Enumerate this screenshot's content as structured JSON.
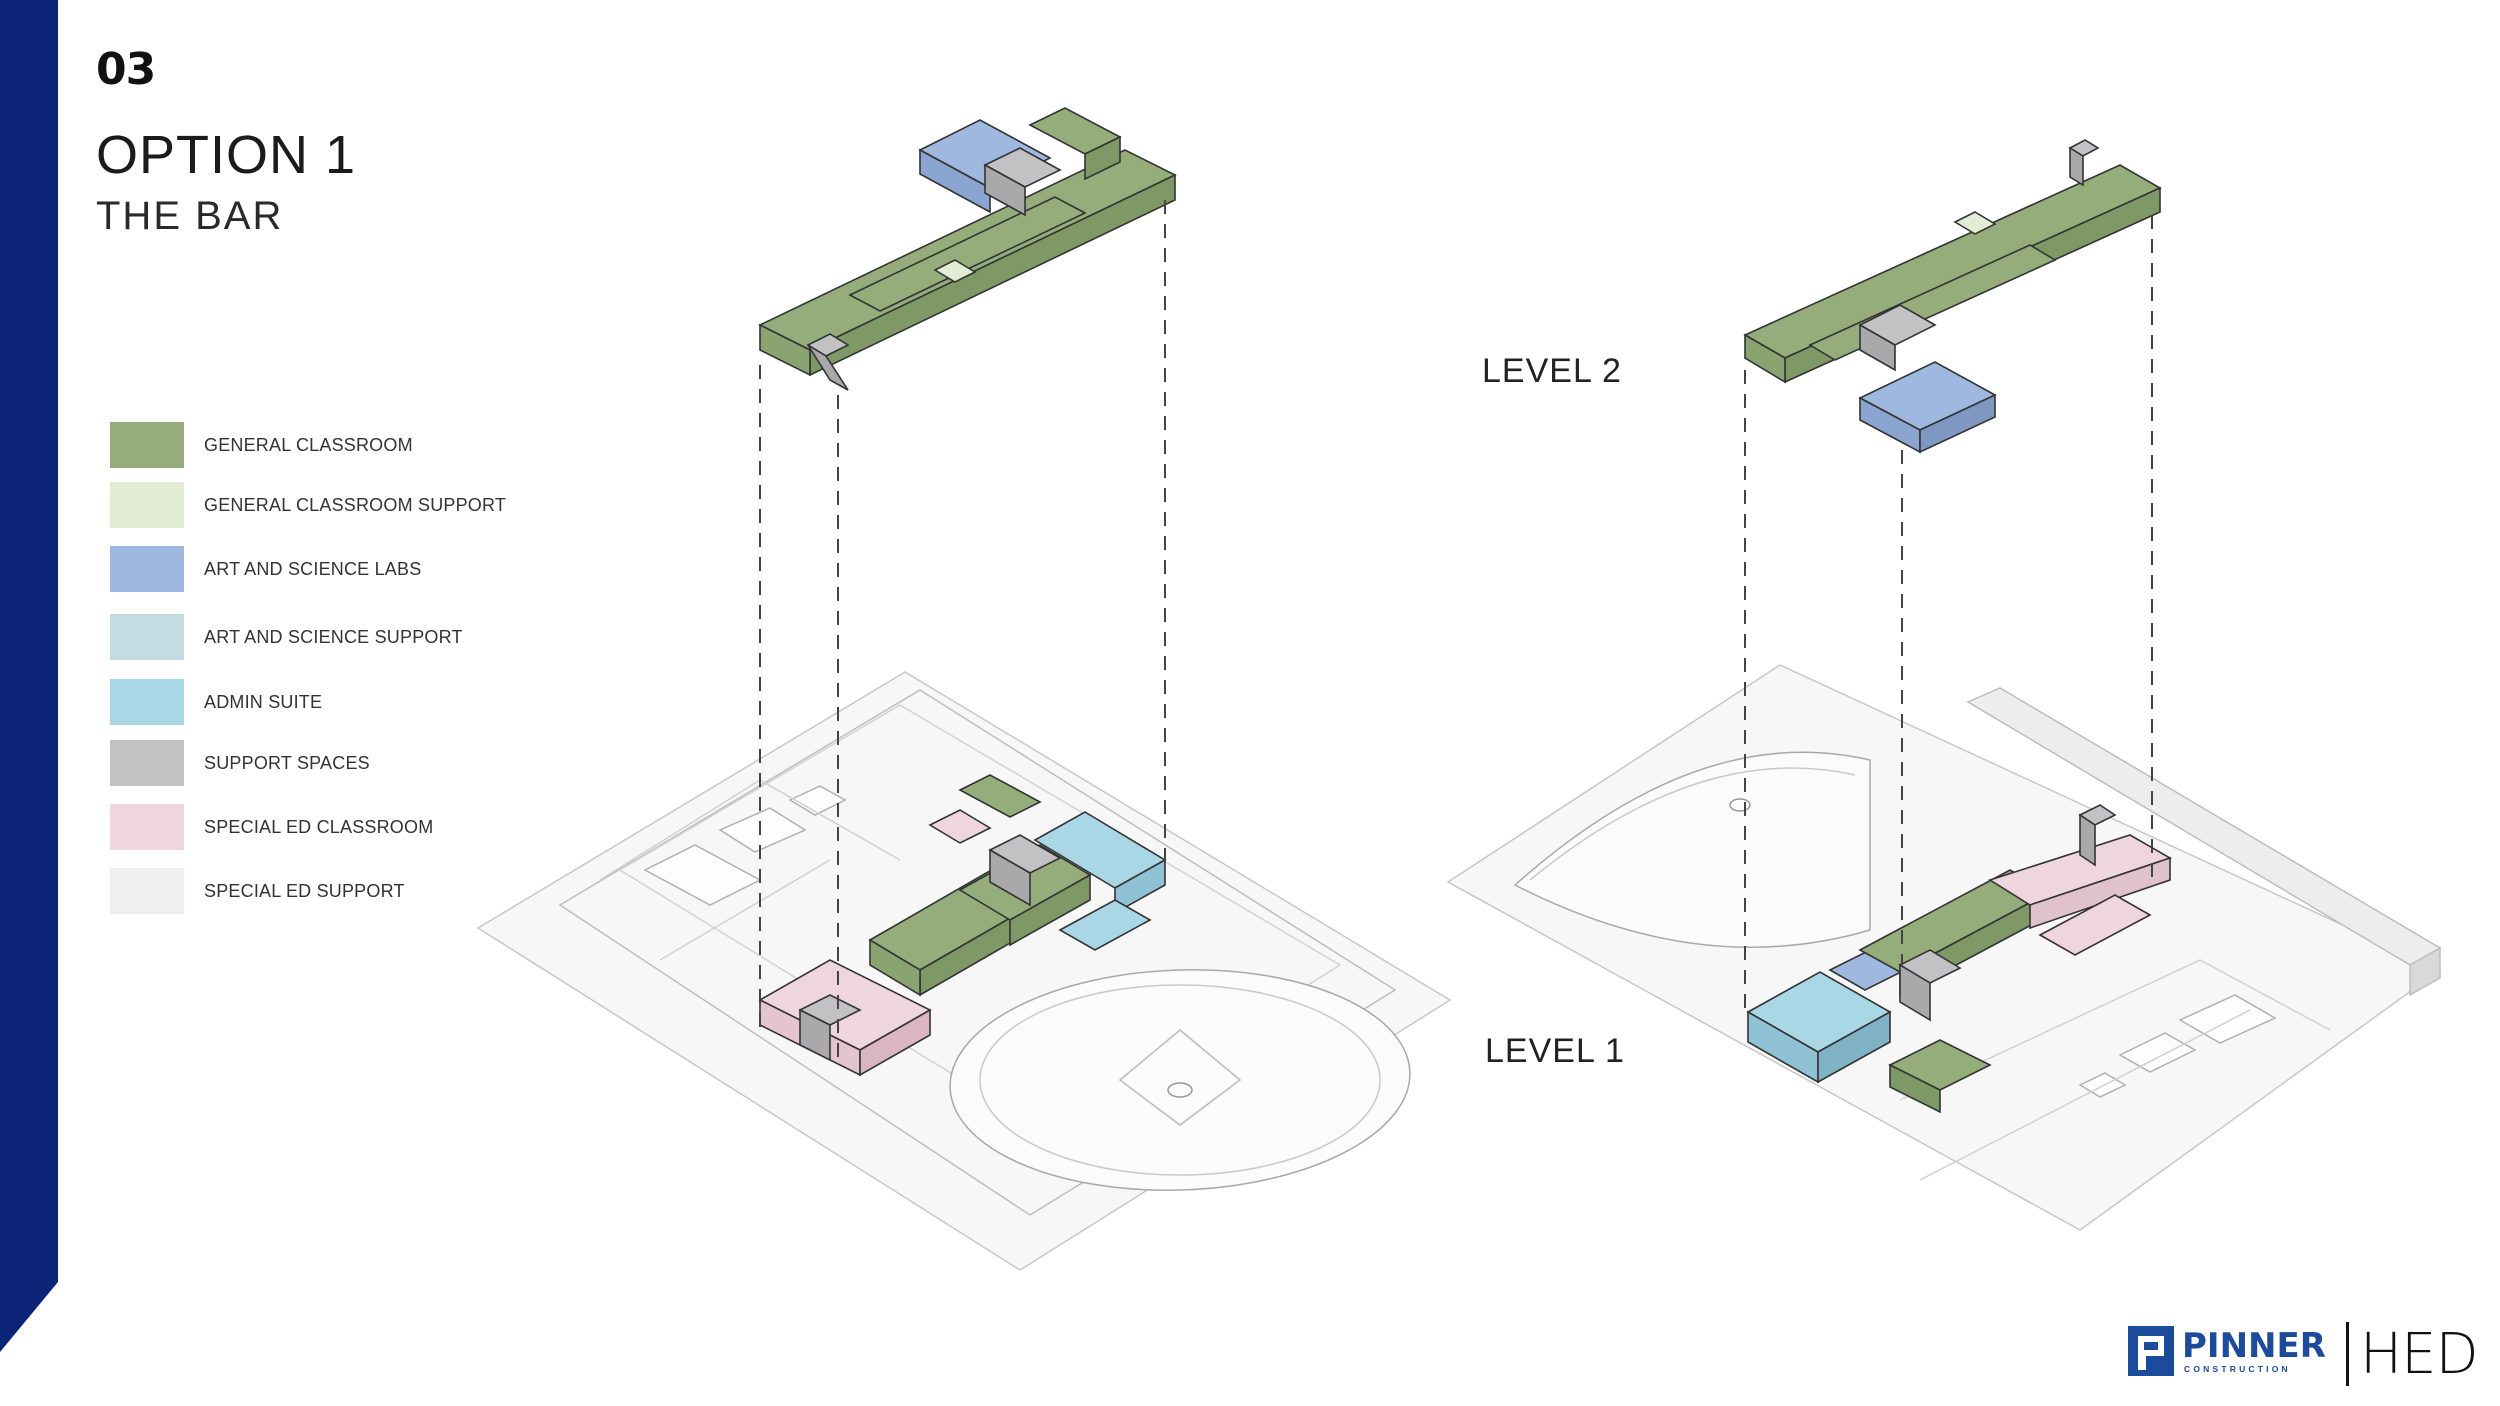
{
  "slide": {
    "number": "03",
    "title": "OPTION 1",
    "subtitle": "THE BAR"
  },
  "legend": [
    {
      "label": "GENERAL CLASSROOM",
      "color": "#94ad7b"
    },
    {
      "label": "GENERAL CLASSROOM SUPPORT",
      "color": "#e3edd6"
    },
    {
      "label": "ART AND SCIENCE LABS",
      "color": "#9fb8e0"
    },
    {
      "label": "ART AND SCIENCE SUPPORT",
      "color": "#c5dbe2"
    },
    {
      "label": "ADMIN SUITE",
      "color": "#a9d7e6"
    },
    {
      "label": "SUPPORT SPACES",
      "color": "#c2c1c3"
    },
    {
      "label": "SPECIAL ED CLASSROOM",
      "color": "#efd5de"
    },
    {
      "label": "SPECIAL ED SUPPORT",
      "color": "#f1eef0"
    }
  ],
  "diagram": {
    "level_2_label": "LEVEL 2",
    "level_1_label": "LEVEL 1"
  },
  "logos": {
    "pinner_name": "PINNER",
    "pinner_sub": "CONSTRUCTION",
    "hed_name": "HED"
  },
  "colors": {
    "brand_navy": "#0b2477",
    "pinner_blue": "#1b4b9a",
    "green": "#94ad7b",
    "blue": "#9fb8e0",
    "pink": "#efd5de",
    "grey": "#c2c1c3",
    "admin": "#a9d7e6"
  }
}
